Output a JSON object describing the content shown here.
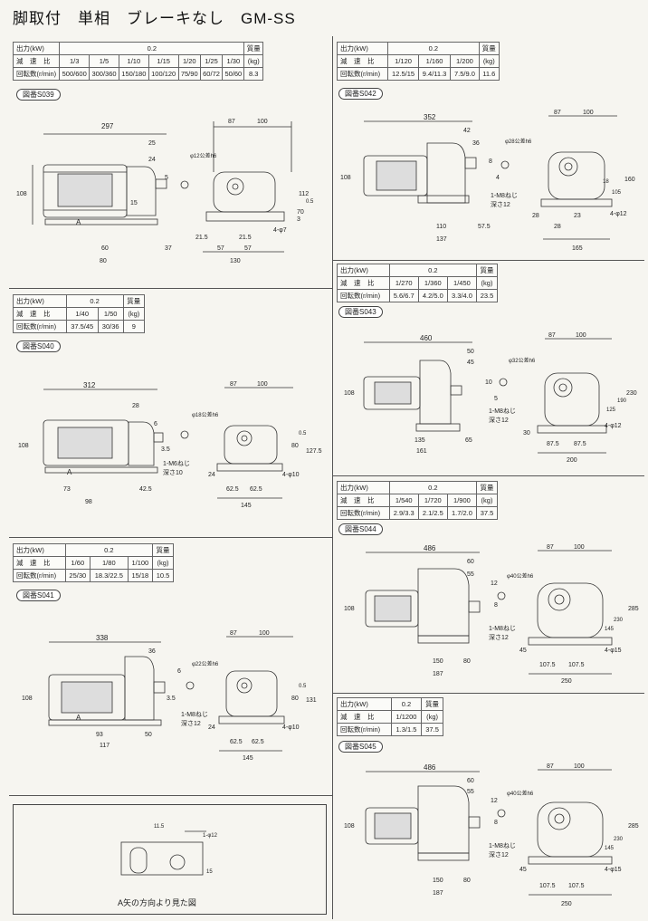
{
  "page_title": "脚取付　単相　ブレーキなし　GM-SS",
  "row_labels": {
    "power": "出力(kW)",
    "ratio": "減　速　比",
    "speed": "回転数(r/min)",
    "mass_label": "質量",
    "mass_unit": "(kg)"
  },
  "s039": {
    "power": "0.2",
    "ratios": [
      "1/3",
      "1/5",
      "1/10",
      "1/15",
      "1/20",
      "1/25",
      "1/30"
    ],
    "speeds": [
      "500/600",
      "300/360",
      "150/180",
      "100/120",
      "75/90",
      "60/72",
      "50/60"
    ],
    "mass": "8.3",
    "fig": "図番S039",
    "dims": [
      "297",
      "25",
      "24",
      "108",
      "112",
      "5",
      "15",
      "87",
      "100",
      "φ12公差h6",
      "21.5",
      "21.5",
      "57",
      "57",
      "130",
      "60",
      "80",
      "37",
      "4-φ7",
      "70",
      "3",
      "0.5",
      "A"
    ]
  },
  "s040": {
    "power": "0.2",
    "ratios": [
      "1/40",
      "1/50"
    ],
    "speeds": [
      "37.5/45",
      "30/36"
    ],
    "mass": "9",
    "fig": "図番S040",
    "dims": [
      "312",
      "28",
      "108",
      "127.5",
      "87",
      "100",
      "φ18公差h6",
      "6",
      "3.5",
      "1-M6ねじ",
      "深さ10",
      "73",
      "98",
      "42.5",
      "24",
      "62.5",
      "62.5",
      "145",
      "4-φ10",
      "80",
      "0.5",
      "A"
    ]
  },
  "s041": {
    "power": "0.2",
    "ratios": [
      "1/60",
      "1/80",
      "1/100"
    ],
    "speeds": [
      "25/30",
      "18.3/22.5",
      "15/18"
    ],
    "mass": "10.5",
    "fig": "図番S041",
    "dims": [
      "338",
      "36",
      "108",
      "131",
      "87",
      "100",
      "φ22公差h6",
      "6",
      "3.5",
      "1-M8ねじ",
      "深さ12",
      "93",
      "117",
      "50",
      "24",
      "62.5",
      "62.5",
      "145",
      "4-φ10",
      "80",
      "0.5",
      "A"
    ]
  },
  "s042": {
    "power": "0.2",
    "ratios": [
      "1/120",
      "1/160",
      "1/200"
    ],
    "speeds": [
      "12.5/15",
      "9.4/11.3",
      "7.5/9.0"
    ],
    "mass": "11.6",
    "fig": "図番S042",
    "dims": [
      "352",
      "42",
      "36",
      "108",
      "160",
      "87",
      "100",
      "φ28公差h6",
      "8",
      "4",
      "1-M8ねじ",
      "深さ12",
      "110",
      "137",
      "57.5",
      "28",
      "23",
      "28",
      "165",
      "4-φ12",
      "105",
      "18"
    ]
  },
  "s043": {
    "power": "0.2",
    "ratios": [
      "1/270",
      "1/360",
      "1/450"
    ],
    "speeds": [
      "5.6/6.7",
      "4.2/5.0",
      "3.3/4.0"
    ],
    "mass": "23.5",
    "fig": "図番S043",
    "dims": [
      "460",
      "50",
      "45",
      "108",
      "230",
      "87",
      "100",
      "φ32公差h6",
      "10",
      "5",
      "1-M8ねじ",
      "深さ12",
      "135",
      "161",
      "65",
      "30",
      "87.5",
      "87.5",
      "200",
      "4-φ12",
      "125",
      "190"
    ]
  },
  "s044": {
    "power": "0.2",
    "ratios": [
      "1/540",
      "1/720",
      "1/900"
    ],
    "speeds": [
      "2.9/3.3",
      "2.1/2.5",
      "1.7/2.0"
    ],
    "mass": "37.5",
    "fig": "図番S044",
    "dims": [
      "486",
      "60",
      "55",
      "108",
      "285",
      "87",
      "100",
      "φ40公差h6",
      "12",
      "8",
      "1-M8ねじ",
      "深さ12",
      "150",
      "187",
      "80",
      "45",
      "107.5",
      "107.5",
      "250",
      "4-φ15",
      "145",
      "230"
    ]
  },
  "s045": {
    "power": "0.2",
    "ratio": "1/1200",
    "speed": "1.3/1.5",
    "mass": "37.5",
    "fig": "図番S045",
    "dims": [
      "486",
      "60",
      "55",
      "108",
      "285",
      "87",
      "100",
      "φ40公差h6",
      "12",
      "8",
      "1-M8ねじ",
      "深さ12",
      "150",
      "187",
      "80",
      "45",
      "107.5",
      "107.5",
      "250",
      "4-φ15",
      "145",
      "230"
    ]
  },
  "arrow_view": {
    "caption": "A矢の方向より見た図",
    "dims": [
      "11.5",
      "1-φ12",
      "15"
    ]
  }
}
